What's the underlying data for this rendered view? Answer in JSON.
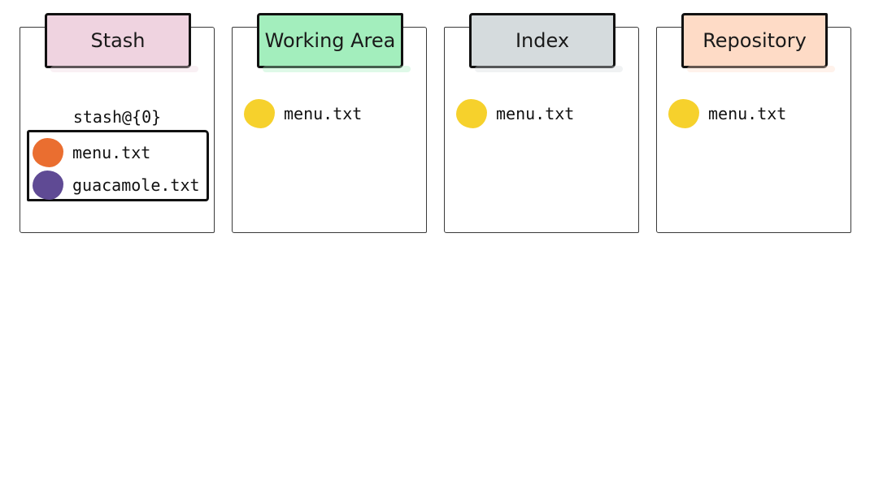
{
  "columns": [
    {
      "title": "Stash",
      "color": "#efd3e0",
      "stash": {
        "label": "stash@{0}",
        "files": [
          {
            "name": "menu.txt",
            "color": "#ea6e30"
          },
          {
            "name": "guacamole.txt",
            "color": "#5f4a94"
          }
        ]
      }
    },
    {
      "title": "Working Area",
      "color": "#a3eebd",
      "files": [
        {
          "name": "menu.txt",
          "color": "#f6d12c"
        }
      ]
    },
    {
      "title": "Index",
      "color": "#d5dbdd",
      "files": [
        {
          "name": "menu.txt",
          "color": "#f6d12c"
        }
      ]
    },
    {
      "title": "Repository",
      "color": "#fedbc6",
      "files": [
        {
          "name": "menu.txt",
          "color": "#f6d12c"
        }
      ]
    }
  ]
}
